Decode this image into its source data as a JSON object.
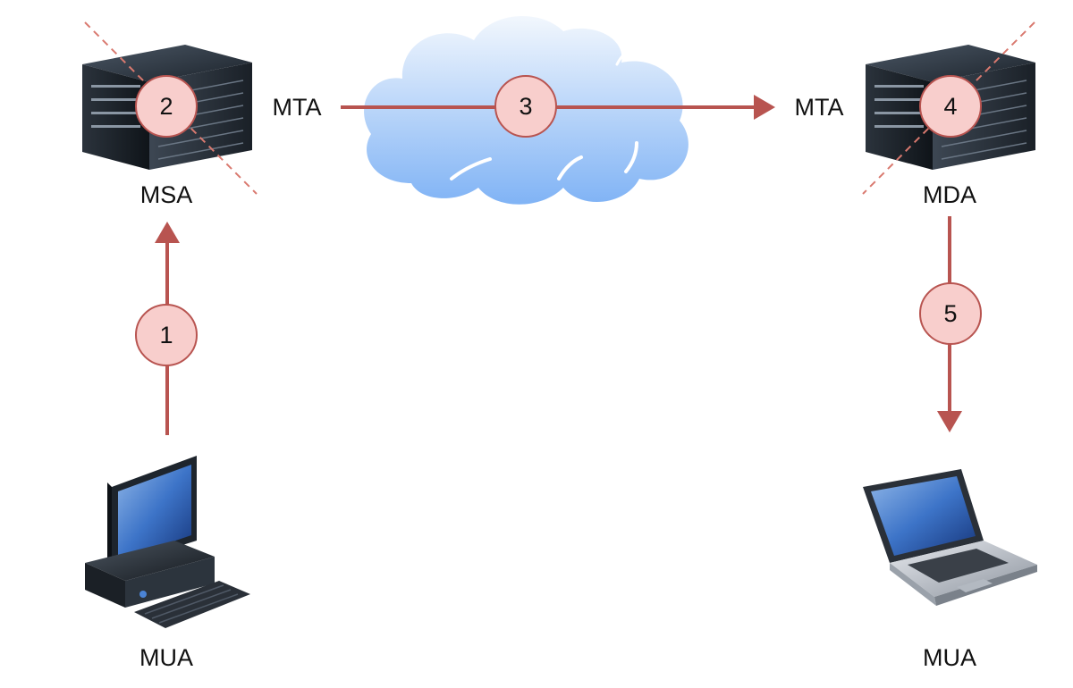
{
  "colors": {
    "arrow": "#b85450",
    "badge_fill": "#f8cecc",
    "badge_stroke": "#b85450",
    "cloud_top": "#f2f7fd",
    "cloud_bottom": "#80b3f5",
    "dashed": "#d9796f"
  },
  "nodes": {
    "msa": {
      "label": "MSA",
      "icon": "server-rack-icon",
      "crossed": true
    },
    "mda": {
      "label": "MDA",
      "icon": "server-rack-icon",
      "crossed": true
    },
    "mua_sender": {
      "label": "MUA",
      "icon": "desktop-computer-icon"
    },
    "mua_receiver": {
      "label": "MUA",
      "icon": "laptop-icon"
    },
    "mta_sender": {
      "label": "MTA"
    },
    "mta_receiver": {
      "label": "MTA"
    },
    "internet": {
      "icon": "cloud-icon"
    }
  },
  "steps": [
    {
      "number": "1",
      "from": "mua_sender",
      "to": "msa"
    },
    {
      "number": "2",
      "at": "msa"
    },
    {
      "number": "3",
      "from": "mta_sender",
      "to": "mta_receiver"
    },
    {
      "number": "4",
      "at": "mda"
    },
    {
      "number": "5",
      "from": "mda",
      "to": "mua_receiver"
    }
  ]
}
